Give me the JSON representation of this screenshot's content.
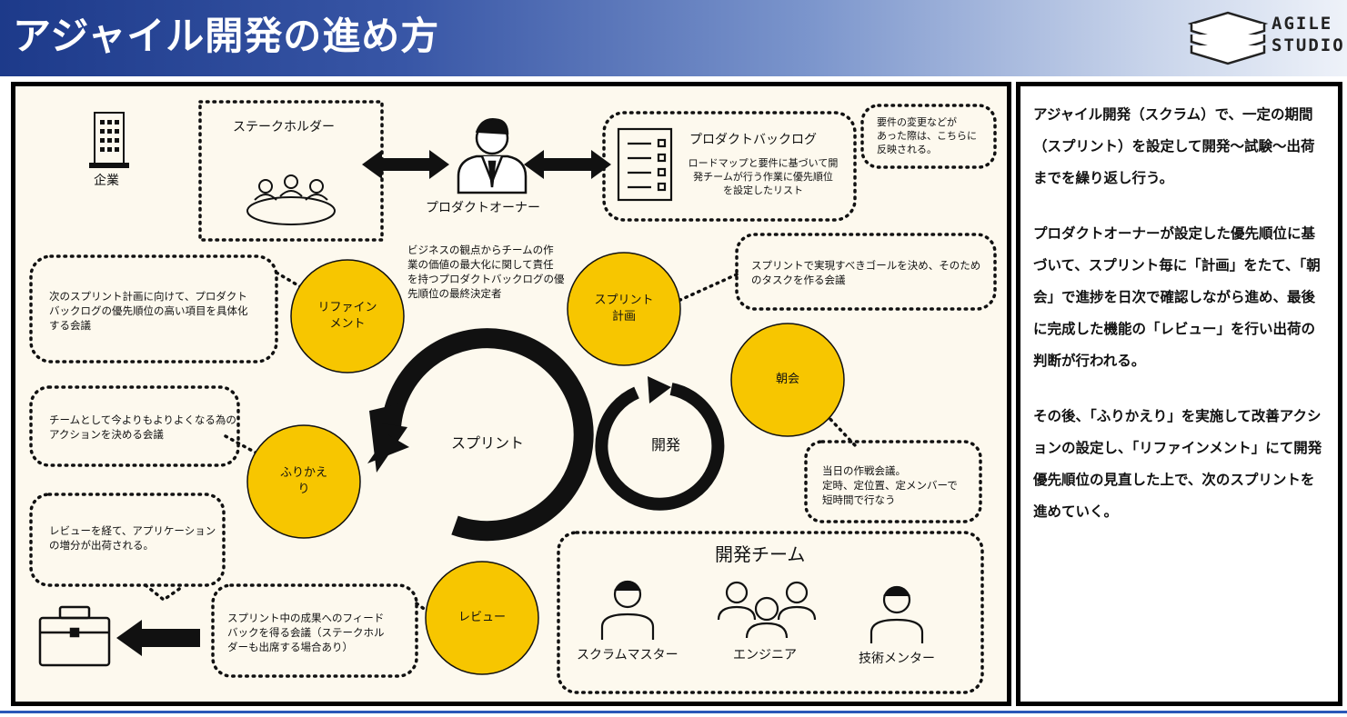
{
  "header": {
    "title": "アジャイル開発の進め方",
    "logo_line1": "AGILE",
    "logo_line2": "STUDIO",
    "gradient_start": "#1d3a8a",
    "gradient_end": "#eef2f9"
  },
  "diagram": {
    "company_label": "企業",
    "stakeholder_label": "ステークホルダー",
    "product_owner_label": "プロダクトオーナー",
    "backlog_title": "プロダクトバックログ",
    "backlog_desc": [
      "ロードマップと要件に基づいて開",
      "発チームが行う作業に優先順位",
      "を設定したリスト"
    ],
    "backlog_note": [
      "要件の変更などが",
      "あった際は、こちらに",
      "反映される。"
    ],
    "po_desc": [
      "ビジネスの観点からチームの作",
      "業の価値の最大化に関して責任",
      "を持つプロダクトバックログの優",
      "先順位の最終決定者"
    ],
    "refinement_label": [
      "リファイン",
      "メント"
    ],
    "refinement_note": [
      "次のスプリント計画に向けて、プロダクト",
      "バックログの優先順位の高い項目を具体化",
      "する会議"
    ],
    "planning_label": [
      "スプリント",
      "計画"
    ],
    "planning_note": [
      "スプリントで実現すべきゴールを決め、そのため",
      "のタスクを作る会議"
    ],
    "daily_label": "朝会",
    "daily_note": [
      "当日の作戦会議。",
      "定時、定位置、定メンバーで",
      "短時間で行なう"
    ],
    "retro_label": [
      "ふりかえ",
      "り"
    ],
    "retro_note": [
      "チームとして今よりもよりよくなる為の",
      "アクションを決める会議"
    ],
    "review_label": "レビュー",
    "review_note": [
      "スプリント中の成果へのフィード",
      "バックを得る会議（ステークホル",
      "ダーも出席する場合あり）"
    ],
    "release_note": [
      "レビューを経て、アプリケーション",
      "の増分が出荷される。"
    ],
    "sprint_label": "スプリント",
    "dev_label": "開発",
    "team_title": "開発チーム",
    "team_members": [
      "スクラムマスター",
      "エンジニア",
      "技術メンター"
    ],
    "event_color": "#f7c600",
    "panel_bg": "#fdf9ee"
  },
  "side": {
    "paragraphs": [
      "アジャイル開発（スクラム）で、一定の期間（スプリント）を設定して開発～試験～出荷までを繰り返し行う。",
      "プロダクトオーナーが設定した優先順位に基づいて、スプリント毎に「計画」をたて、「朝会」で進捗を日次で確認しながら進め、最後に完成した機能の「レビュー」を行い出荷の判断が行われる。",
      "その後、「ふりかえり」を実施して改善アクションの設定し、「リファインメント」にて開発優先順位の見直した上で、次のスプリントを進めていく。"
    ]
  }
}
